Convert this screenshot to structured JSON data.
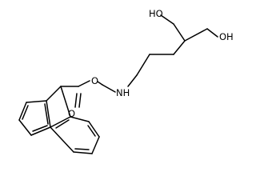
{
  "atoms": {
    "hydroxyl_top": "HO",
    "hydroxyl_right": "OH",
    "carbamate_ether_oxygen": "O",
    "carbonyl_oxygen": "O",
    "amide_nitrogen": "NH"
  }
}
